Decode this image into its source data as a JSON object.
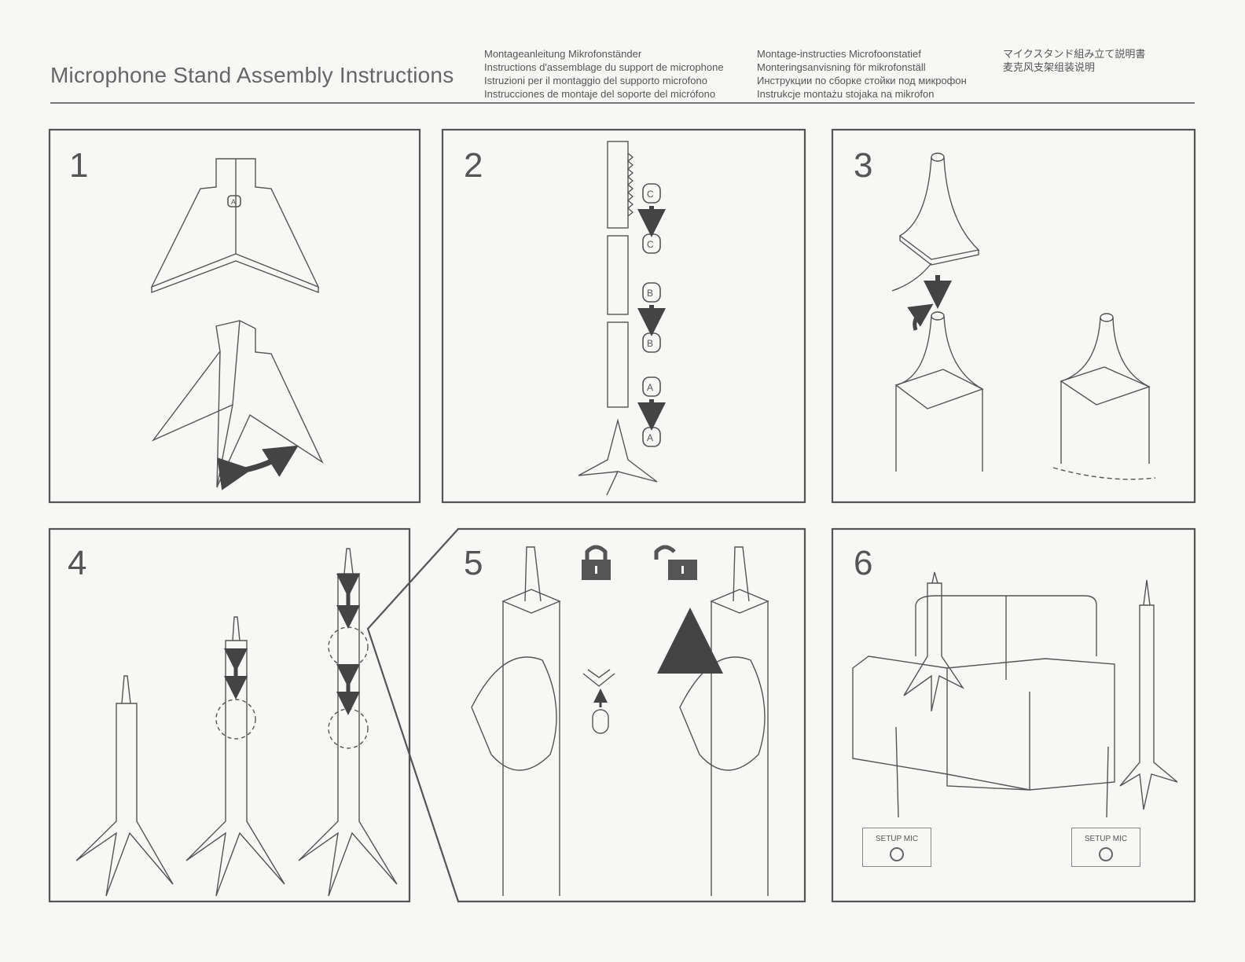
{
  "header": {
    "title": "Microphone Stand Assembly Instructions",
    "translations_col1": [
      "Montageanleitung Mikrofonständer",
      "Instructions d'assemblage du support de microphone",
      "Istruzioni per il montaggio del supporto microfono",
      "Instrucciones de montaje del soporte del micrófono"
    ],
    "translations_col2": [
      "Montage-instructies Microfoonstatief",
      "Monteringsanvisning för mikrofonställ",
      "Инструкции по сборке стойки под микрофон",
      "Instrukcje montażu stojaka na mikrofon"
    ],
    "translations_col3": [
      "マイクスタンド組み立て説明書",
      "麦克风支架组装说明"
    ]
  },
  "steps": [
    {
      "number": "1",
      "parts": [
        "A"
      ]
    },
    {
      "number": "2",
      "parts": [
        "C",
        "C",
        "B",
        "B",
        "A",
        "A"
      ]
    },
    {
      "number": "3"
    },
    {
      "number": "4"
    },
    {
      "number": "5",
      "icons": [
        "lock-closed-icon",
        "lock-open-icon"
      ]
    },
    {
      "number": "6",
      "setup_labels": [
        "SETUP MIC",
        "SETUP MIC"
      ]
    }
  ],
  "colors": {
    "line": "#555555",
    "frame": "#555555",
    "arrow": "#444444",
    "background": "#f7f7f5"
  }
}
